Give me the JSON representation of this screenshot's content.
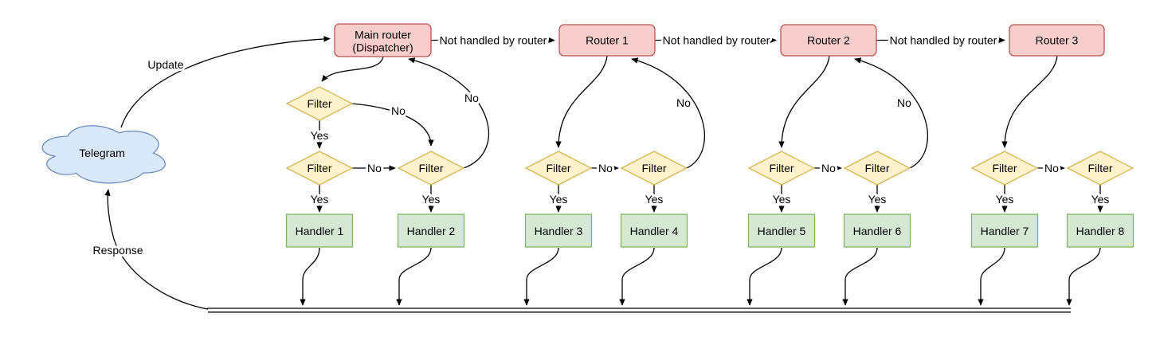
{
  "diagram": {
    "cloud": {
      "label": "Telegram"
    },
    "routers": [
      {
        "label_line1": "Main router",
        "label_line2": "(Dispatcher)"
      },
      {
        "label": "Router 1"
      },
      {
        "label": "Router 2"
      },
      {
        "label": "Router 3"
      }
    ],
    "filter_label": "Filter",
    "handlers": [
      "Handler 1",
      "Handler 2",
      "Handler 3",
      "Handler 4",
      "Handler 5",
      "Handler 6",
      "Handler 7",
      "Handler 8"
    ],
    "edge_labels": {
      "update": "Update",
      "response": "Response",
      "not_handled": "Not handled by router",
      "yes": "Yes",
      "no": "No"
    },
    "colors": {
      "router_fill": "#f8cecc",
      "router_stroke": "#b85450",
      "filter_fill": "#fff2cc",
      "filter_stroke": "#d6b656",
      "handler_fill": "#d5e8d4",
      "handler_stroke": "#82b366",
      "cloud_fill": "#dae8fc",
      "cloud_stroke": "#6c8ebf",
      "edge": "#000000"
    }
  }
}
